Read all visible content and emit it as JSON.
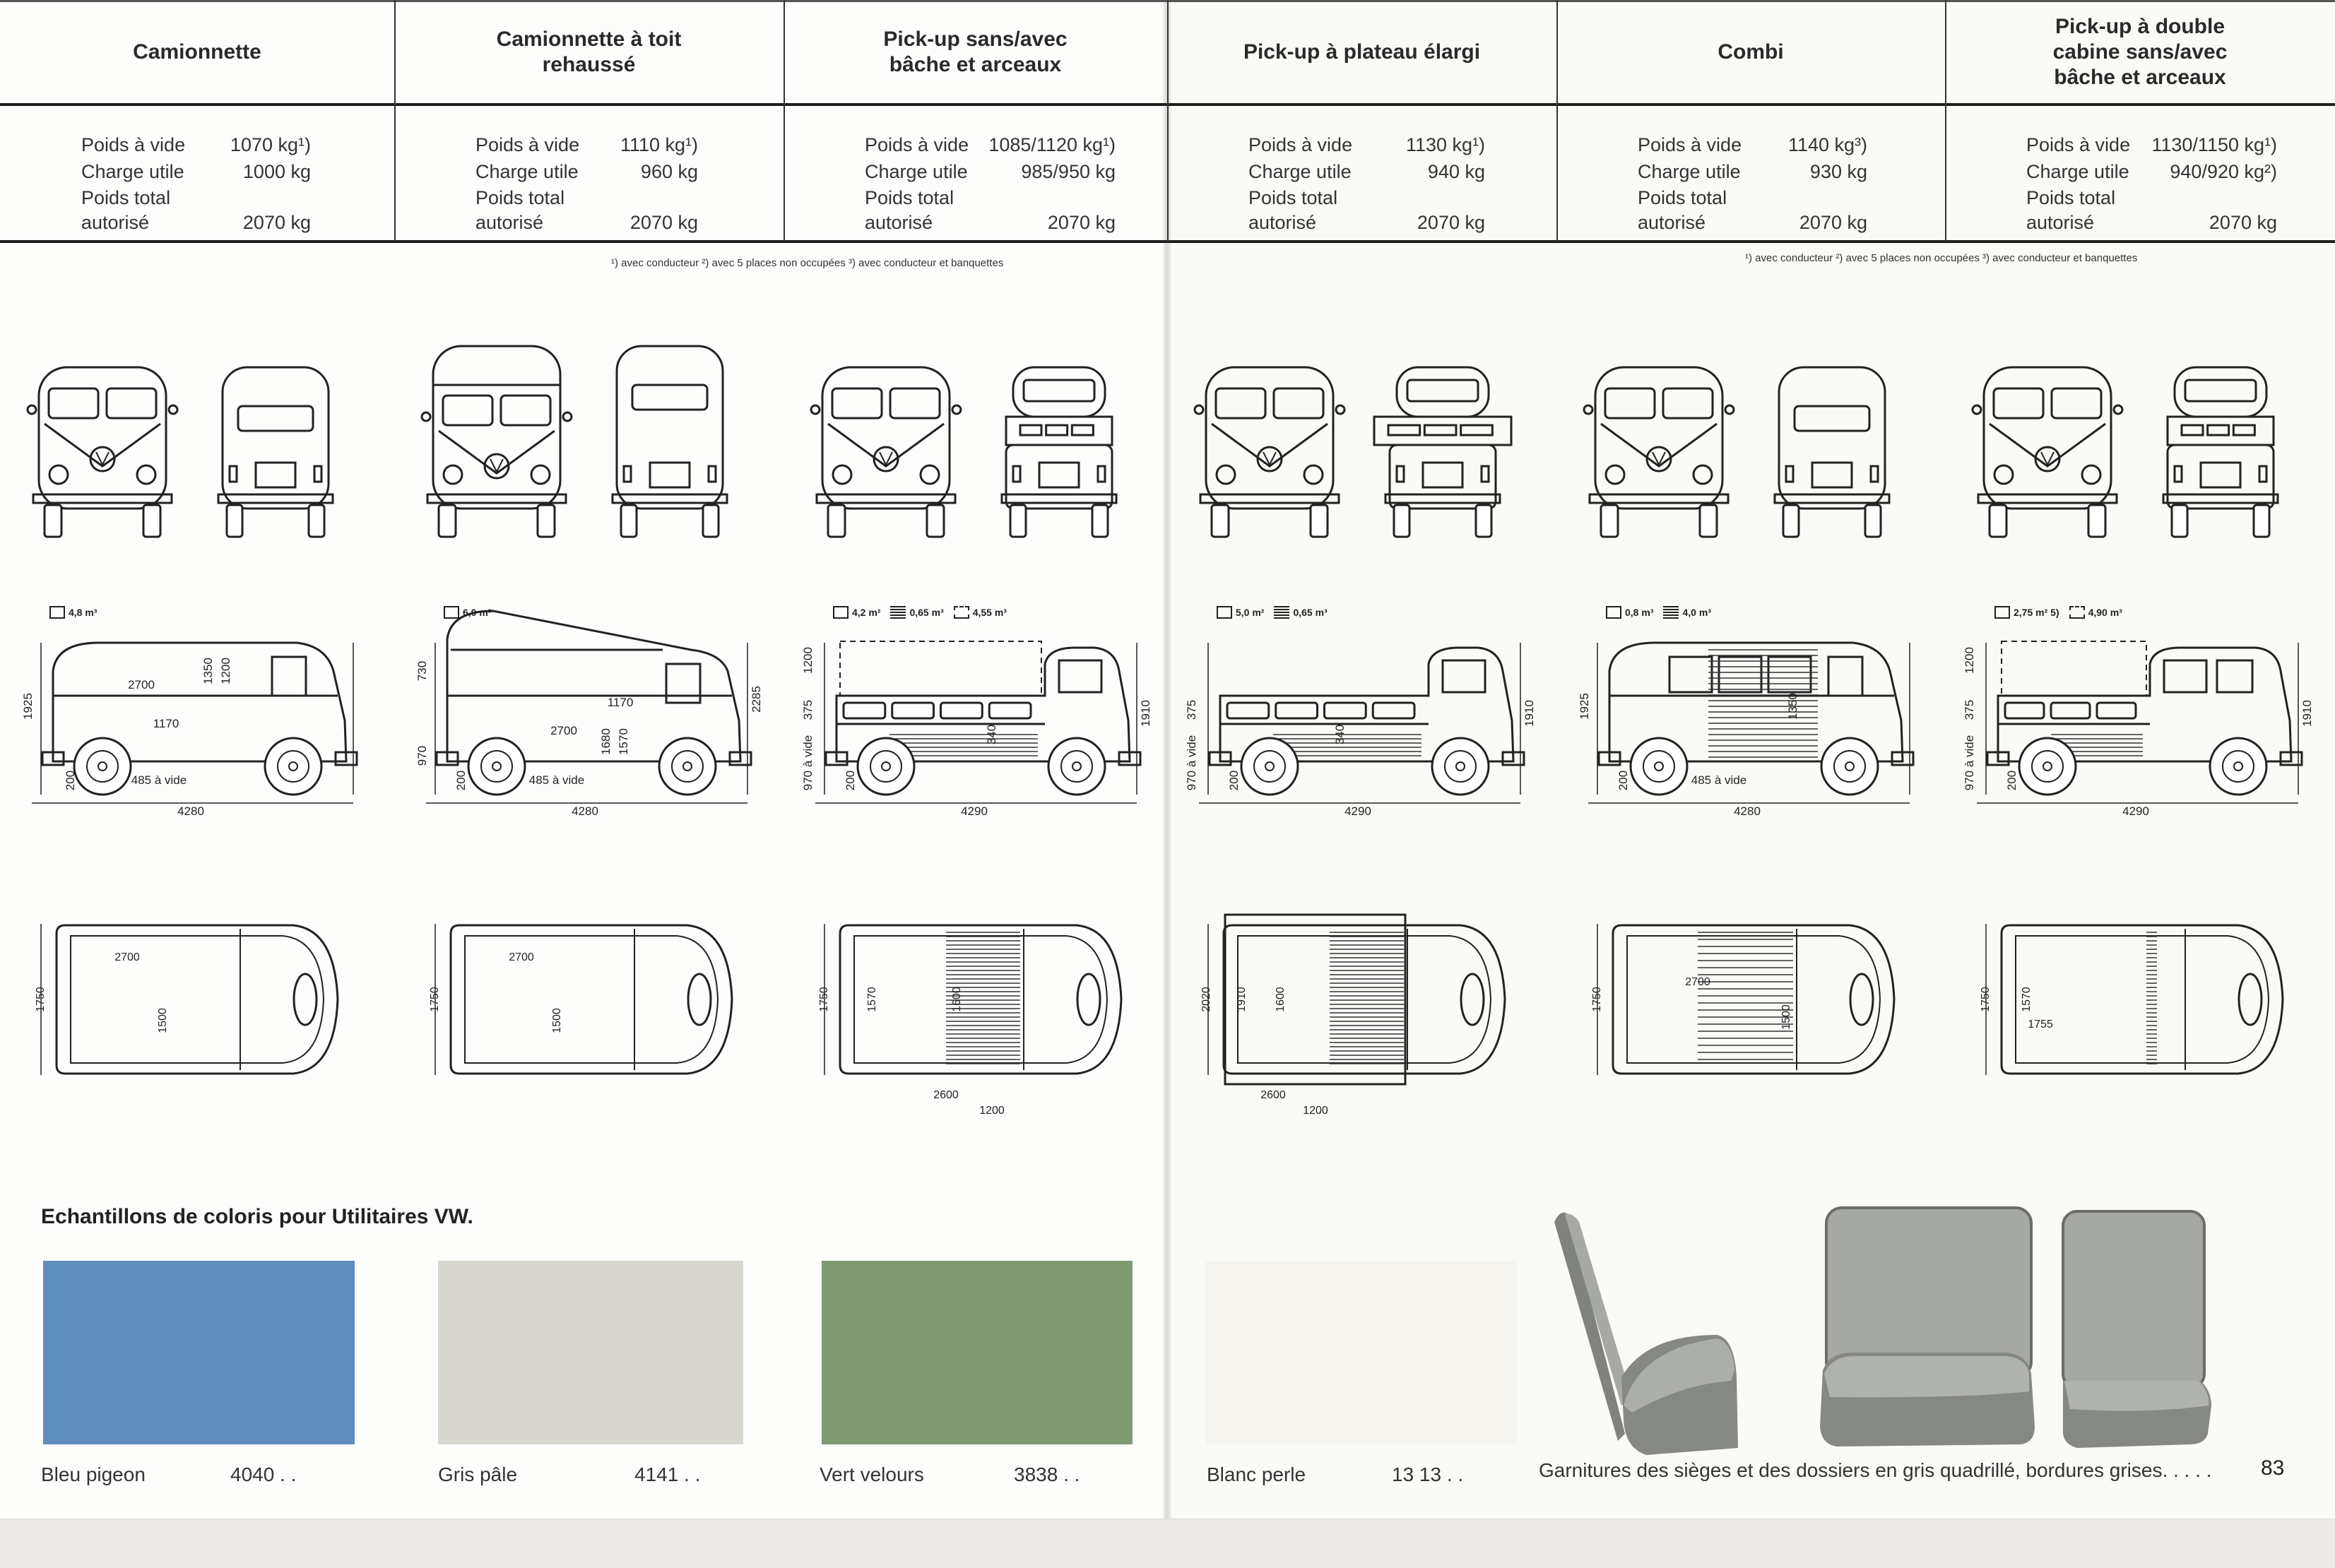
{
  "footnotes": "¹) avec conducteur   ²) avec 5 places non occupées   ³) avec conducteur et banquettes",
  "labels": {
    "empty_weight": "Poids à vide",
    "payload": "Charge utile",
    "gross_1": "Poids total",
    "gross_2": "autorisé"
  },
  "vehicles": [
    {
      "title": "Camionnette",
      "empty_weight": "1070 kg¹)",
      "payload": "1000 kg",
      "gross": "2070 kg",
      "volume": [
        {
          "icon": "box",
          "text": "4,8 m³"
        }
      ],
      "side_type": "van",
      "side_dims": [
        "1925",
        "2700",
        "1350",
        "1200",
        "1170",
        "200",
        "485 à vide",
        "4280"
      ],
      "top_dims": [
        "1750",
        "2700",
        "1500"
      ]
    },
    {
      "title": "Camionnette à toit rehaussé",
      "empty_weight": "1110 kg¹)",
      "payload": "960 kg",
      "gross": "2070 kg",
      "volume": [
        {
          "icon": "box",
          "text": "6,0 m³"
        }
      ],
      "side_type": "highroof",
      "side_dims": [
        "730",
        "970",
        "200",
        "1170",
        "2700",
        "1680",
        "1570",
        "485 à vide",
        "4280",
        "2285"
      ],
      "top_dims": [
        "1750",
        "2700",
        "1500"
      ]
    },
    {
      "title": "Pick-up sans/avec bâche et arceaux",
      "empty_weight": "1085/1120 kg¹)",
      "payload": "985/950 kg",
      "gross": "2070 kg",
      "volume": [
        {
          "icon": "box",
          "text": "4,2 m²"
        },
        {
          "icon": "lines",
          "text": "0,65 m³"
        },
        {
          "icon": "dashed",
          "text": "4,55 m³"
        }
      ],
      "side_type": "pickup",
      "side_dims": [
        "1200",
        "375",
        "970 à vide",
        "200",
        "340",
        "4290",
        "1910"
      ],
      "top_dims": [
        "1750",
        "1570",
        "1600",
        "2600",
        "1200"
      ]
    },
    {
      "title": "Pick-up à plateau élargi",
      "empty_weight": "1130 kg¹)",
      "payload": "940 kg",
      "gross": "2070 kg",
      "volume": [
        {
          "icon": "box",
          "text": "5,0 m²"
        },
        {
          "icon": "lines",
          "text": "0,65 m³"
        }
      ],
      "side_type": "widepickup",
      "side_dims": [
        "375",
        "970 à vide",
        "200",
        "340",
        "4290",
        "1910"
      ],
      "top_dims": [
        "2020",
        "1910",
        "1600",
        "2600",
        "1200"
      ]
    },
    {
      "title": "Combi",
      "empty_weight": "1140 kg³)",
      "payload": "930 kg",
      "gross": "2070 kg",
      "volume": [
        {
          "icon": "box",
          "text": "0,8 m³"
        },
        {
          "icon": "lines",
          "text": "4,0 m³"
        }
      ],
      "side_type": "kombi",
      "side_dims": [
        "1925",
        "1350",
        "200",
        "485 à vide",
        "4280"
      ],
      "top_dims": [
        "1750",
        "2700",
        "1500"
      ]
    },
    {
      "title": "Pick-up à double cabine sans/avec bâche et arceaux",
      "empty_weight": "1130/1150 kg¹)",
      "payload": "940/920 kg²)",
      "gross": "2070 kg",
      "volume": [
        {
          "icon": "box",
          "text": "2,75 m² 5)"
        },
        {
          "icon": "dashed",
          "text": "4,90 m³"
        }
      ],
      "side_type": "doublecab",
      "side_dims": [
        "1200",
        "375",
        "970 à vide",
        "200",
        "4290",
        "1910"
      ],
      "top_dims": [
        "1750",
        "1570",
        "1755"
      ]
    }
  ],
  "colors_section": {
    "heading": "Echantillons de coloris pour Utilitaires VW.",
    "swatches": [
      {
        "name": "Bleu pigeon",
        "code": "4040 . .",
        "color": "#5f8dbd"
      },
      {
        "name": "Gris pâle",
        "code": "4141 . .",
        "color": "#d9d8d0"
      },
      {
        "name": "Vert velours",
        "code": "3838 . .",
        "color": "#7f9a72"
      },
      {
        "name": "Blanc perle",
        "code": "13 13 . .",
        "color": "#f5f4ef"
      }
    ],
    "upholstery_caption": "Garnitures des sièges et des dossiers en gris quadrillé, bordures grises. . . . .",
    "page_number": "83"
  }
}
